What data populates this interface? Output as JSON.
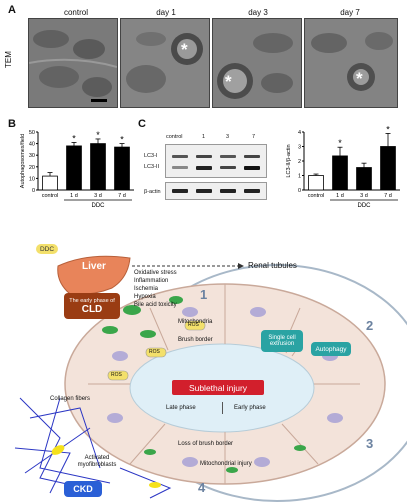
{
  "panel_a": {
    "letter": "A",
    "row_label": "TEM",
    "columns": [
      "control",
      "day 1",
      "day 3",
      "day 7"
    ],
    "marker": "*"
  },
  "panel_b": {
    "letter": "B",
    "group_label": "DDC"
  },
  "panel_c": {
    "letter": "C",
    "lanes": [
      "control",
      "1",
      "3",
      "7"
    ],
    "bands": [
      "LC3-I",
      "LC3-II",
      "β-actin"
    ],
    "group_label": "DDC"
  },
  "chart_data": [
    {
      "type": "bar",
      "panel": "B",
      "ylabel": "Autophagosomes/field",
      "categories": [
        "control",
        "1 d",
        "3 d",
        "7 d"
      ],
      "values": [
        12,
        38,
        40,
        37
      ],
      "errors": [
        3,
        3,
        4,
        3
      ],
      "significant": [
        false,
        true,
        true,
        true
      ],
      "ylim": [
        0,
        50
      ],
      "yticks": [
        0,
        10,
        20,
        30,
        40,
        50
      ],
      "colors": [
        "#ffffff",
        "#000000",
        "#000000",
        "#000000"
      ]
    },
    {
      "type": "bar",
      "panel": "C",
      "ylabel": "LC3-II/β-actin",
      "categories": [
        "control",
        "1 d",
        "3 d",
        "7 d"
      ],
      "values": [
        1.0,
        2.35,
        1.55,
        3.0
      ],
      "errors": [
        0.1,
        0.6,
        0.3,
        0.9
      ],
      "significant": [
        false,
        true,
        false,
        true
      ],
      "ylim": [
        0,
        4
      ],
      "yticks": [
        0,
        1,
        2,
        3,
        4
      ],
      "colors": [
        "#ffffff",
        "#000000",
        "#000000",
        "#000000"
      ]
    }
  ],
  "diagram": {
    "ddc_tag": "DDC",
    "liver": "Liver",
    "clp_caption": "The early phase of",
    "clp_title": "CLD",
    "renal_tubules": "Renal tubules",
    "causes": [
      "Oxidative stress",
      "Inflammation",
      "Ischemia",
      "Hypoxia",
      "Bile acid toxicity"
    ],
    "mitochondria": "Mitochondria",
    "brush_border": "Brush border",
    "ros": "ROS",
    "single_cell_extrusion": "Single cell extrusion",
    "autophagy": "Autophagy",
    "sublethal_injury": "Sublethal injury",
    "late_phase": "Late phase",
    "early_phase": "Early phase",
    "loss_brush_border": "Loss of brush border",
    "mito_injury": "Mitochondrial injury",
    "collagen_fibers": "Collagen fibers",
    "activated_myofibroblasts": "Activated myofibroblasts",
    "ckd": "CKD",
    "steps": [
      "1",
      "2",
      "3",
      "4"
    ],
    "colors": {
      "liver": "#e8845a",
      "cld_box": "#9a3c13",
      "sublethal": "#d21f2c",
      "teal": "#2aa3a3",
      "ckd": "#2a5fd6",
      "ros": "#f3e06b",
      "mito": "#3aa64a",
      "lumen": "#dfeff7",
      "cell": "#f6e4dc"
    }
  }
}
